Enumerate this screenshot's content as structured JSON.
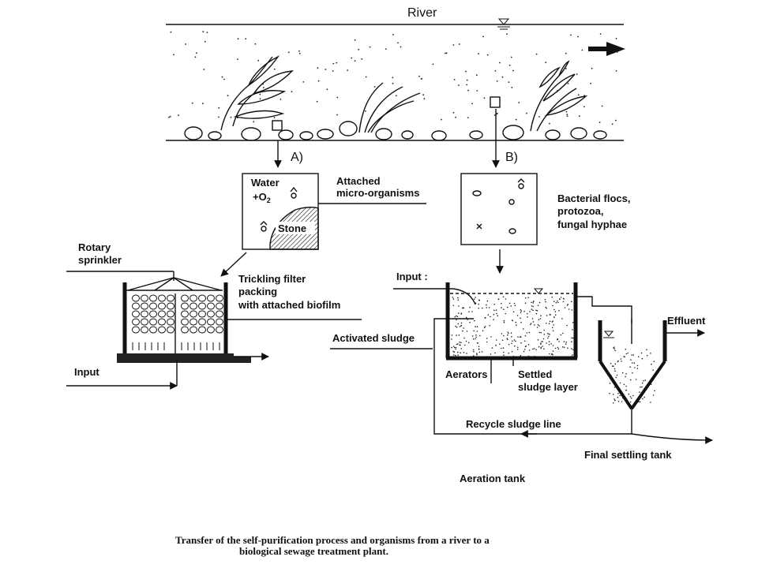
{
  "labels": {
    "river": "River",
    "a": "A)",
    "b": "B)",
    "water": "Water",
    "o2": "+O",
    "o2_sub": "2",
    "stone": "Stone",
    "attached_1": "Attached",
    "attached_2": "micro-organisms",
    "bact_1": "Bacterial flocs,",
    "bact_2": "protozoa,",
    "bact_3": "fungal hyphae",
    "rotary_1": "Rotary",
    "rotary_2": "sprinkler",
    "trickling_1": "Trickling filter",
    "trickling_2": "packing",
    "trickling_3": "with attached biofilm",
    "input_left": "Input",
    "input_right": "Input :",
    "activated_sludge": "Activated sludge",
    "aerators": "Aerators",
    "settled_1": "Settled",
    "settled_2": "sludge layer",
    "effluent": "Effluent",
    "recycle": "Recycle sludge line",
    "final_settling": "Final settling tank",
    "aeration_tank": "Aeration tank"
  },
  "caption": {
    "line1": "Transfer of the self-purification process and organisms from a river to a",
    "line2": "biological sewage treatment plant."
  }
}
